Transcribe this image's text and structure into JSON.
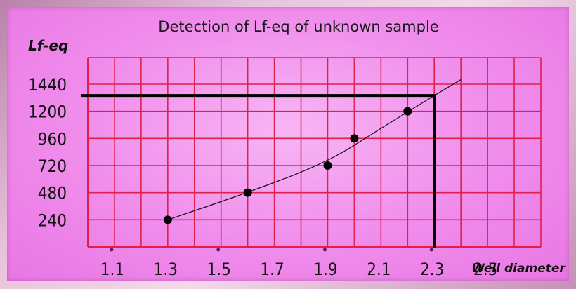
{
  "chart_data": {
    "type": "line",
    "title": "Detection of Lf-eq of unknown sample",
    "ylabel": "Lf-eq",
    "xlabel": "Well diameter",
    "x_tick_labels": [
      "1.1",
      "1.3",
      "1.5",
      "1.7",
      "1.9",
      "2.1",
      "2.3",
      "2.5"
    ],
    "y_tick_labels": [
      "240",
      "480",
      "720",
      "960",
      "1200",
      "1440"
    ],
    "xlim": [
      1.0,
      2.7
    ],
    "ylim": [
      0,
      1440
    ],
    "grid": true,
    "series": [
      {
        "points": [
          {
            "x": 1.3,
            "y": 240
          },
          {
            "x": 1.6,
            "y": 480
          },
          {
            "x": 1.9,
            "y": 720
          },
          {
            "x": 2.0,
            "y": 960
          },
          {
            "x": 2.2,
            "y": 1200
          }
        ]
      }
    ],
    "fit_curve": [
      {
        "x": 1.3,
        "y": 240
      },
      {
        "x": 1.6,
        "y": 480
      },
      {
        "x": 1.9,
        "y": 750
      },
      {
        "x": 2.1,
        "y": 1050
      },
      {
        "x": 2.3,
        "y": 1340
      },
      {
        "x": 2.4,
        "y": 1480
      }
    ],
    "unknown_sample": {
      "x": 2.3,
      "y": 1340
    },
    "colors": {
      "grid": "#e0204a",
      "marker": "#000000",
      "guide": "#000000"
    }
  }
}
